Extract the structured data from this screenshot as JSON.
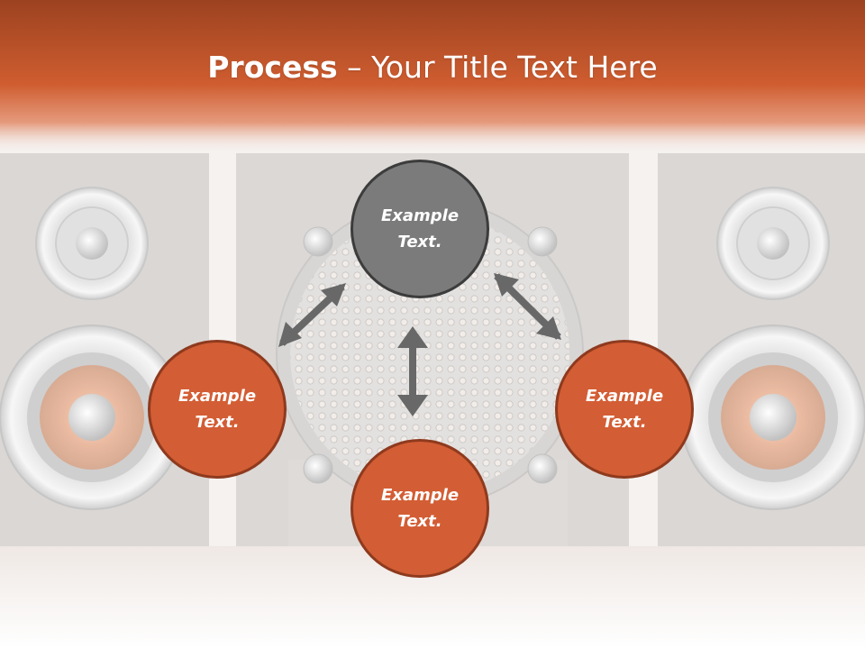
{
  "title": {
    "bold": "Process",
    "rest": " – Your Title Text Here"
  },
  "nodes": {
    "top": {
      "line1": "Example",
      "line2": "Text."
    },
    "left": {
      "line1": "Example",
      "line2": "Text."
    },
    "bottom": {
      "line1": "Example",
      "line2": "Text."
    },
    "right": {
      "line1": "Example",
      "line2": "Text."
    }
  },
  "colors": {
    "header": "#c9582e",
    "node_orange": "#d35d34",
    "node_gray": "#7b7b7b",
    "arrow": "#686868"
  }
}
